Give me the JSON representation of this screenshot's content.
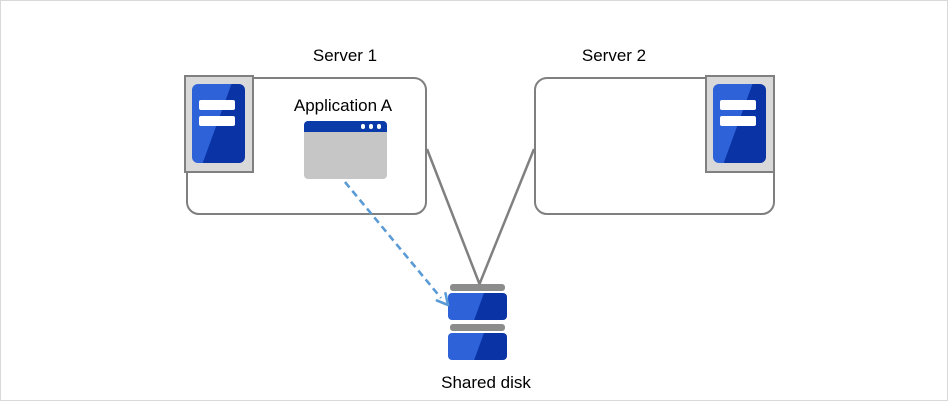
{
  "labels": {
    "server1": "Server 1",
    "server2": "Server 2",
    "application": "Application A",
    "shared_disk": "Shared disk"
  },
  "icons": {
    "server1_icon": "server-tower-icon",
    "server2_icon": "server-tower-icon",
    "application_icon": "app-window-icon",
    "shared_disk_icon": "disk-stack-icon"
  },
  "connections": [
    {
      "from": "server1",
      "to": "shared_disk",
      "style": "solid-line"
    },
    {
      "from": "server2",
      "to": "shared_disk",
      "style": "solid-line"
    },
    {
      "from": "application",
      "to": "shared_disk",
      "style": "dashed-arrow"
    }
  ],
  "colors": {
    "page_border": "#d9d9d9",
    "box_border": "#7f7f7f",
    "icon_frame_fill": "#d9d9d9",
    "icon_frame_border": "#808080",
    "tower_blue_light": "#2e62d9",
    "tower_blue_dark": "#0a34a6",
    "window_titlebar_blue": "#0b3ba8",
    "window_body_gray": "#c6c6c6",
    "disk_cap_gray": "#8c8c8c",
    "connector_gray": "#808080",
    "arrow_blue": "#5b9bd5",
    "label_text": "#000000"
  }
}
